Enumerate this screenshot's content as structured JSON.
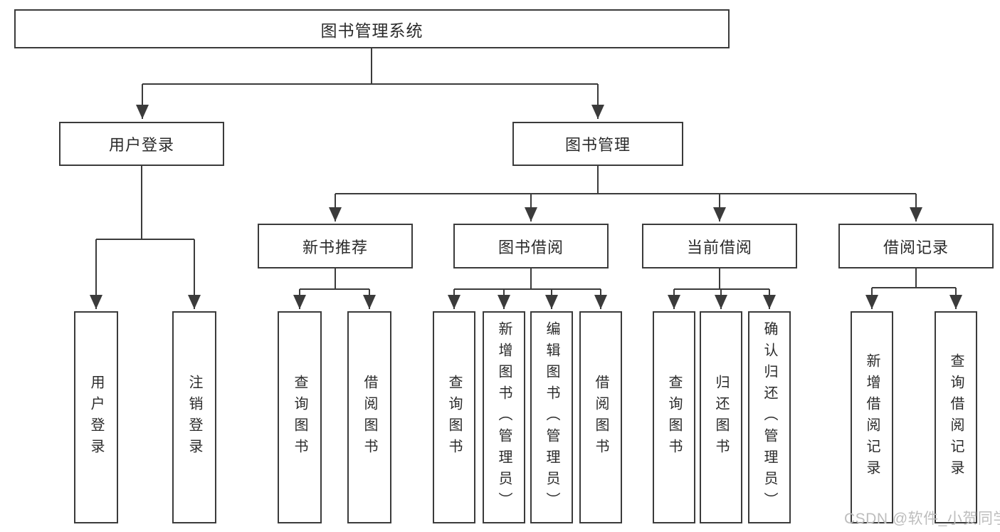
{
  "type": "tree-diagram",
  "root": {
    "label": "图书管理系统",
    "children": [
      {
        "label": "用户登录",
        "children": [
          {
            "label": "用户登录"
          },
          {
            "label": "注销登录"
          }
        ]
      },
      {
        "label": "图书管理",
        "children": [
          {
            "label": "新书推荐",
            "children": [
              {
                "label": "查询图书"
              },
              {
                "label": "借阅图书"
              }
            ]
          },
          {
            "label": "图书借阅",
            "children": [
              {
                "label": "查询图书"
              },
              {
                "label": "新增图书（管理员）"
              },
              {
                "label": "编辑图书（管理员）"
              },
              {
                "label": "借阅图书"
              }
            ]
          },
          {
            "label": "当前借阅",
            "children": [
              {
                "label": "查询图书"
              },
              {
                "label": "归还图书"
              },
              {
                "label": "确认归还（管理员）"
              }
            ]
          },
          {
            "label": "借阅记录",
            "children": [
              {
                "label": "新增借阅记录"
              },
              {
                "label": "查询借阅记录"
              }
            ]
          }
        ]
      }
    ]
  },
  "watermark": "CSDN @软件_小贺同学",
  "colors": {
    "line": "#3b3b3b",
    "box_border": "#3b3b3b",
    "text": "#2b2b2b",
    "background": "#ffffff",
    "watermark": "#bdbdbd"
  }
}
